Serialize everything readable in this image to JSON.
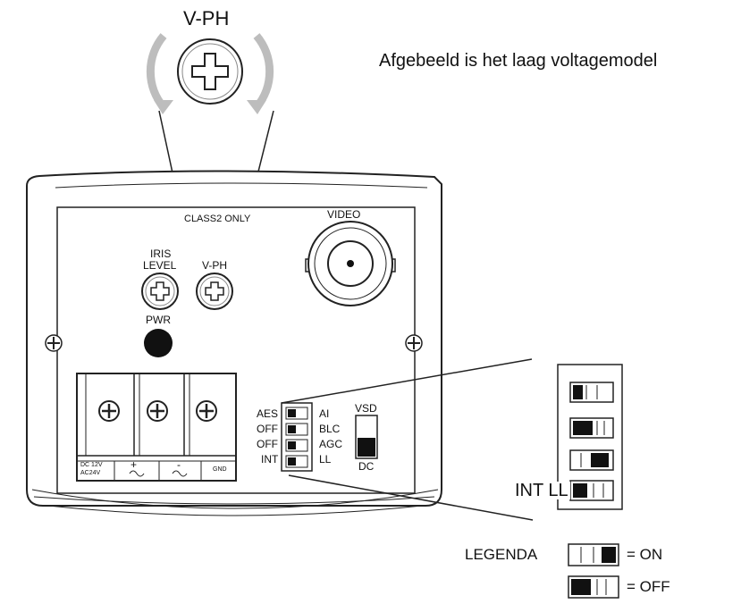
{
  "caption": "Afgebeeld is het laag voltagemodel",
  "zoom_label": "V-PH",
  "panel": {
    "class2": "CLASS2 ONLY",
    "video": "VIDEO",
    "iris_line1": "IRIS",
    "iris_line2": "LEVEL",
    "vph": "V-PH",
    "pwr": "PWR"
  },
  "terminal": {
    "dc1": "DC 12V",
    "dc2": "AC24V",
    "plus": "+",
    "minus": "-",
    "gnd": "GND"
  },
  "switches": {
    "left": [
      "AES",
      "OFF",
      "OFF",
      "INT"
    ],
    "right": [
      "AI",
      "BLC",
      "AGC",
      "LL"
    ],
    "vsd": "VSD",
    "dc": "DC"
  },
  "callout": {
    "label": "INT LL"
  },
  "legend": {
    "title": "LEGENDA",
    "on": "= ON",
    "off": "= OFF"
  }
}
